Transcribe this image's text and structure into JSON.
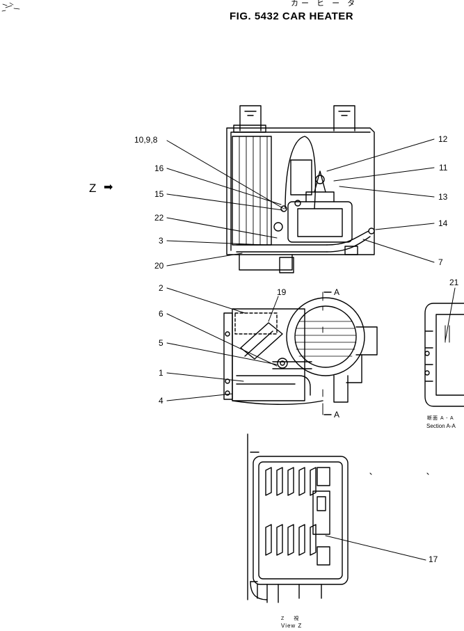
{
  "header": {
    "japanese_title": "カー ヒ ー タ",
    "figure_title": "FIG. 5432  CAR HEATER"
  },
  "view_marker": {
    "label": "Z",
    "arrow_glyph": "➡"
  },
  "callouts": {
    "c_10_9_8": "10,9,8",
    "c_16": "16",
    "c_15": "15",
    "c_22": "22",
    "c_3": "3",
    "c_20": "20",
    "c_12": "12",
    "c_11": "11",
    "c_13": "13",
    "c_14": "14",
    "c_7": "7",
    "c_2": "2",
    "c_19": "19",
    "c_6": "6",
    "c_5": "5",
    "c_1": "1",
    "c_4": "4",
    "c_21": "21",
    "c_17": "17"
  },
  "section_cut": {
    "top_label": "A",
    "bottom_label": "A",
    "caption_jp": "断面 A - A",
    "caption_en": "Section A-A"
  },
  "view_caption": {
    "jp": "Z   視",
    "en": "View  Z"
  },
  "colors": {
    "ink": "#000000",
    "paper": "#ffffff"
  }
}
